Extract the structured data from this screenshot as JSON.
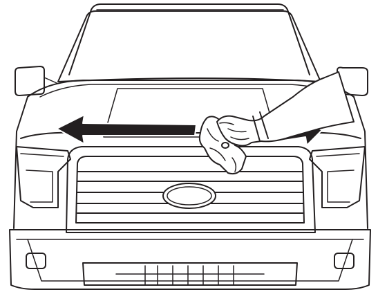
{
  "illustration": {
    "subject": "pickup-truck-front",
    "action": "wiping-hood-with-cloth",
    "stroke_color": "#231f20",
    "background_color": "#ffffff",
    "arrows": [
      "left",
      "right"
    ]
  }
}
